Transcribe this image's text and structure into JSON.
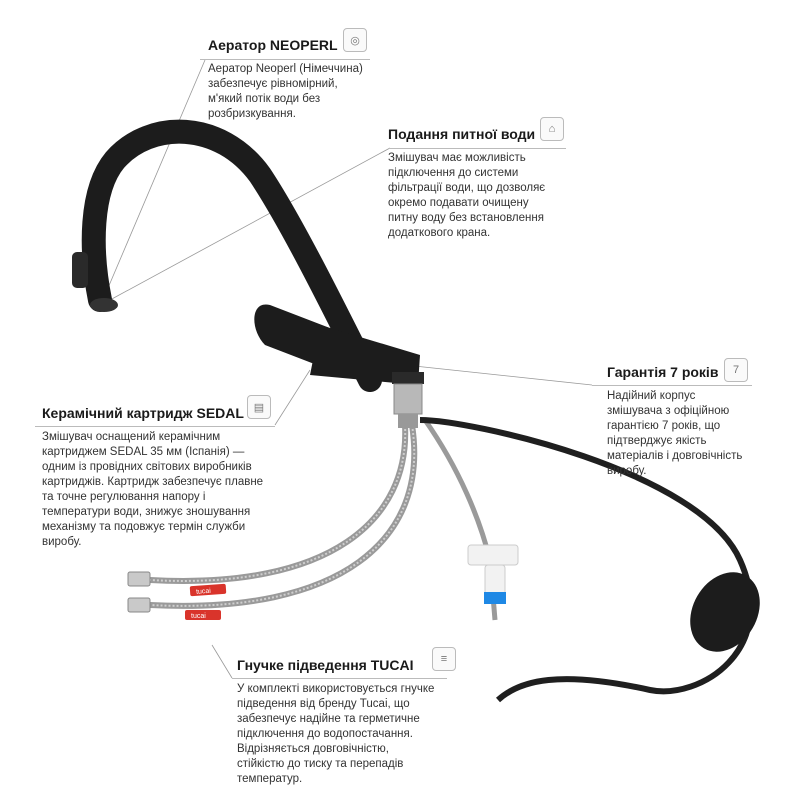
{
  "callouts": {
    "aerator": {
      "title": "Аератор NEOPERL",
      "body": "Аератор Neoperl (Німеччина)\nзабезпечує рівномірний,\nм'який потік води без\nрозбризкування.",
      "icon": "aerator-icon"
    },
    "drinking_water": {
      "title": "Подання питної води",
      "body": "Змішувач має можливість\nпідключення до системи\nфільтрації води, що дозволяє\nокремо подавати очищену\nпитну воду без встановлення\nдодаткового крана.",
      "icon": "water-filter-icon"
    },
    "warranty": {
      "title": "Гарантія 7 років",
      "body": "Надійний корпус\nзмішувача з офіційною\nгарантією 7 років, що\nпідтверджує якість\nматеріалів і довговічність\nвиробу.",
      "icon": "warranty-badge-icon",
      "icon_text": "7"
    },
    "cartridge": {
      "title": "Керамічний картридж SEDAL",
      "body": "Змішувач оснащений керамічним\nкартриджем SEDAL 35 мм (Іспанія) —\nодним із провідних світових виробників\nкартриджів. Картридж забезпечує плавне\nта точне регулювання напору і\nтемператури води, знижує зношування\nмеханізму та подовжує термін служби\nвиробу.",
      "icon": "cartridge-icon"
    },
    "hoses": {
      "title": "Гнучке підведення TUCAI",
      "body": "У комплекті використовується гнучке\nпідведення від бренду Tucai, що\nзабезпечує надійне та герметичне\nпідключення до водопостачання.\nВідрізняється довговічністю,\nстійкістю до тиску та перепадів\nтемператур.",
      "icon": "flexible-hose-icon"
    }
  },
  "hose_tag": "tucai",
  "colors": {
    "faucet": "#1c1c1c",
    "chrome": "#b8b8b8",
    "tag": "#d9342b",
    "valve_accent": "#1e88e5"
  }
}
